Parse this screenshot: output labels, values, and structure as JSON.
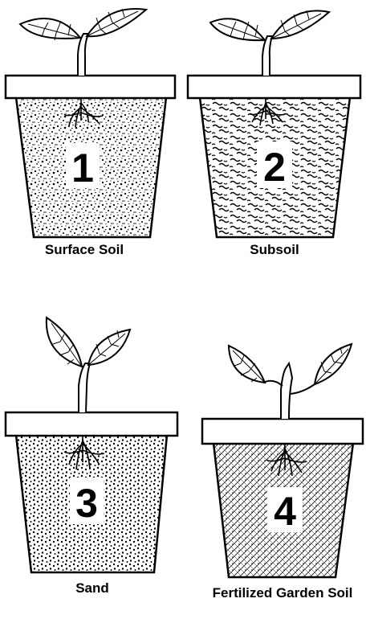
{
  "pots": [
    {
      "number": "1",
      "label": "Surface Soil",
      "medium": "surface-soil"
    },
    {
      "number": "2",
      "label": "Subsoil",
      "medium": "subsoil"
    },
    {
      "number": "3",
      "label": "Sand",
      "medium": "sand"
    },
    {
      "number": "4",
      "label": "Fertilized Garden Soil",
      "medium": "fertilized-garden-soil"
    }
  ],
  "colors": {
    "ink": "#000000",
    "paper": "#ffffff"
  }
}
